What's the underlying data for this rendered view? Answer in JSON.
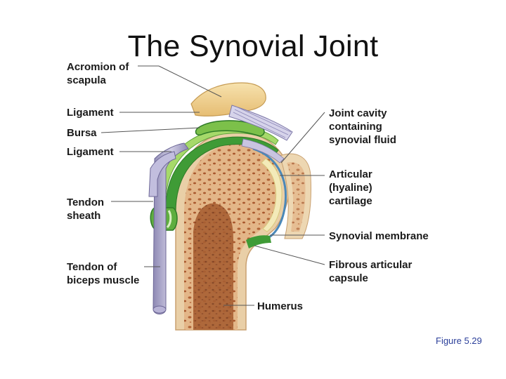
{
  "title": "The Synovial Joint",
  "figure_label": "Figure 5.29",
  "labels": {
    "acromion": "Acromion of\nscapula",
    "ligament_top": "Ligament",
    "bursa": "Bursa",
    "ligament_mid": "Ligament",
    "tendon_sheath": "Tendon\nsheath",
    "tendon_biceps": "Tendon of\nbiceps muscle",
    "joint_cavity": "Joint cavity\ncontaining\nsynovial fluid",
    "articular_cartilage": "Articular\n(hyaline)\ncartilage",
    "synovial_membrane": "Synovial membrane",
    "fibrous_capsule": "Fibrous articular\ncapsule",
    "humerus": "Humerus"
  },
  "colors": {
    "bone": "#e8c9a0",
    "spongy_bone": "#b86a3a",
    "green_tissue": "#3f9b36",
    "light_green": "#a8d86a",
    "cartilage": "#f2e6b0",
    "membrane_blue": "#4b88b8",
    "tendon_purple": "#a9a4c8",
    "acromion": "#f3d9a0",
    "leader_line": "#555555",
    "figure_label": "#2b3f9a"
  }
}
